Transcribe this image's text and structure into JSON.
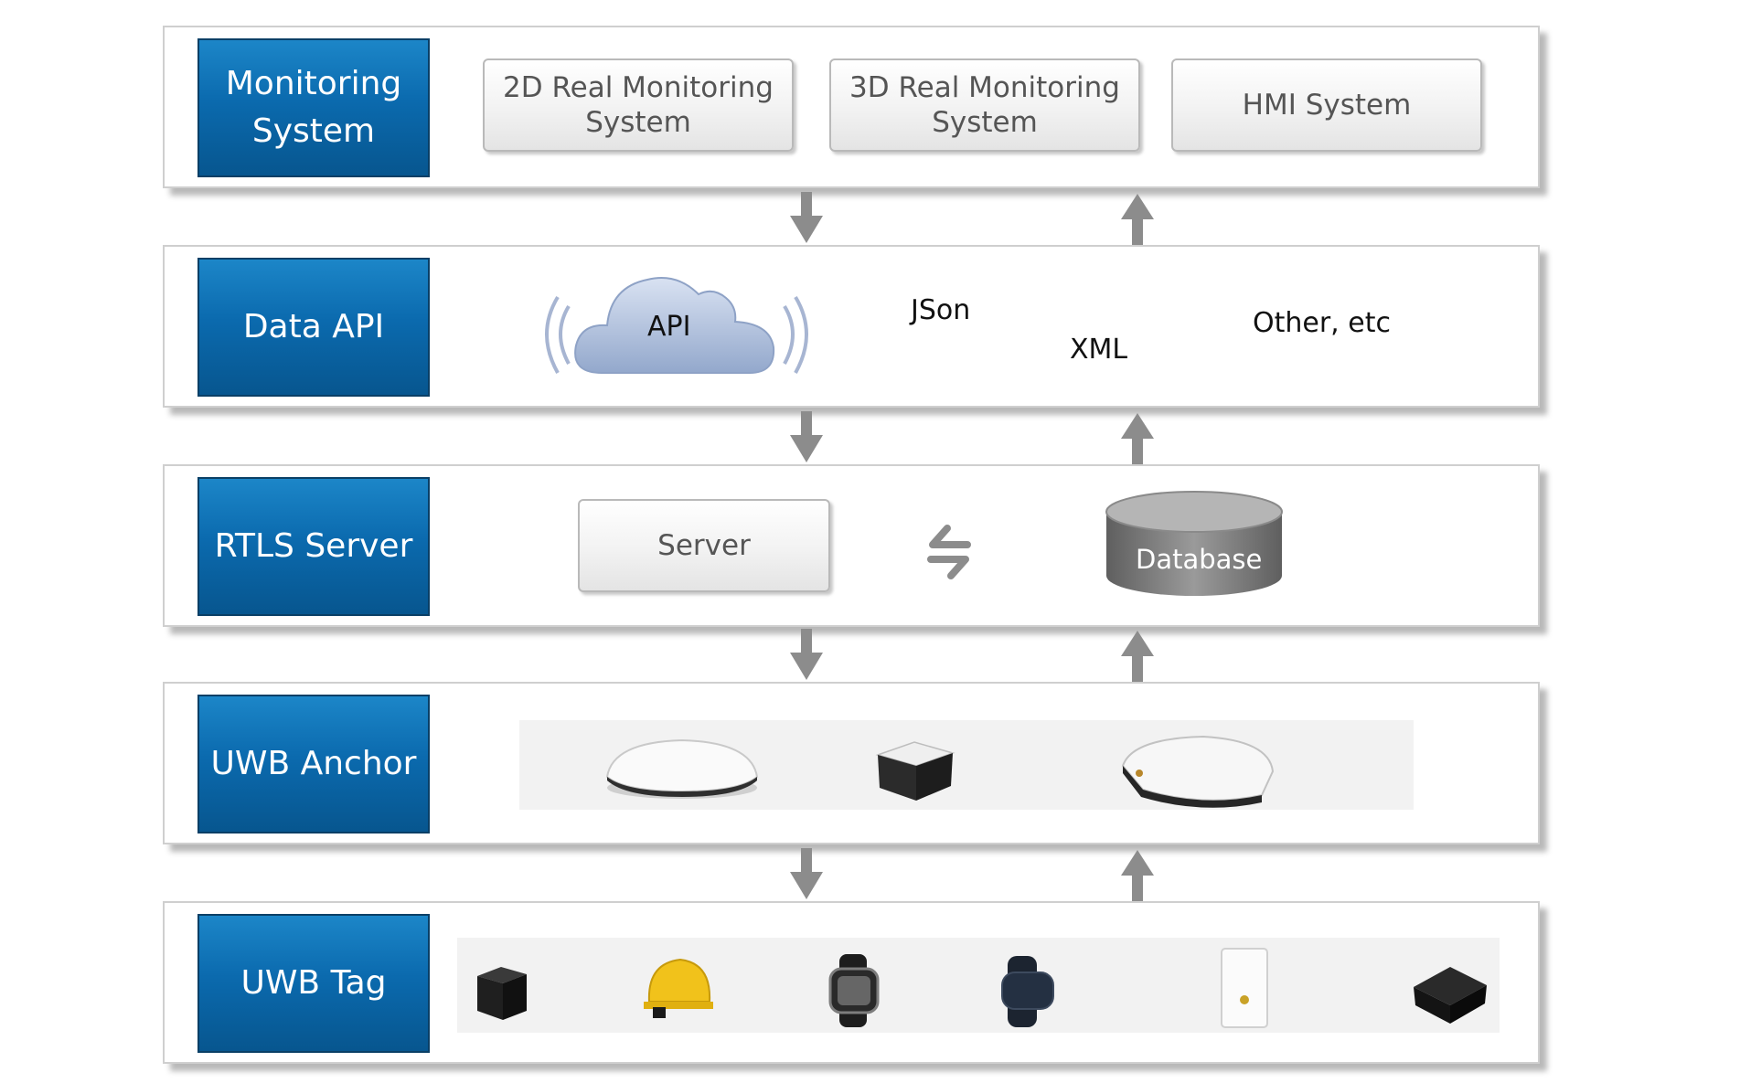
{
  "layers": {
    "monitoring": {
      "label": "Monitoring System",
      "items": [
        "2D Real Monitoring System",
        "3D Real Monitoring System",
        "HMI System"
      ]
    },
    "data_api": {
      "label": "Data API",
      "cloud_label": "API",
      "formats": [
        "JSon",
        "XML",
        "Other, etc"
      ]
    },
    "rtls_server": {
      "label": "RTLS Server",
      "server_label": "Server",
      "database_label": "Database"
    },
    "uwb_anchor": {
      "label": "UWB Anchor"
    },
    "uwb_tag": {
      "label": "UWB Tag"
    }
  },
  "colors": {
    "label_blue": "#0b6aae",
    "arrow_gray": "#8c8c8c",
    "database_gray": "#7a7a7a"
  }
}
